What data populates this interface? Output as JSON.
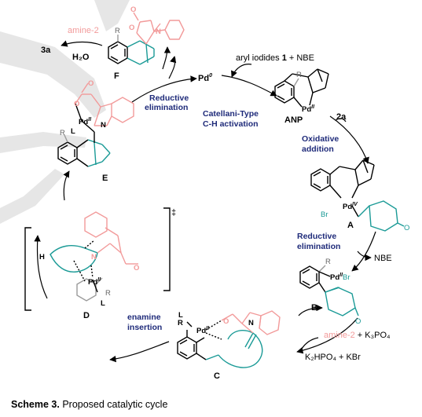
{
  "caption": {
    "bold": "Scheme 3.",
    "rest": " Proposed catalytic cycle"
  },
  "reagents": {
    "amine_out": "amine-2",
    "product": "3a",
    "water": "H₂O",
    "pd0": "Pd",
    "pd0_sup": "0",
    "aryl_iodides_a": "aryl iodides ",
    "aryl_iodides_b": "1",
    "aryl_iodides_c": " + NBE",
    "reagent_2a": "2a",
    "nbe_out": "NBE",
    "amine_in": "amine-2",
    "k3po4": " + K₃PO₄",
    "byproducts": "K₂HPO₄ + KBr"
  },
  "steps": {
    "reductive_elim_1a": "Reductive",
    "reductive_elim_1b": "elimination",
    "catellani_a": "Catellani-Type",
    "catellani_b": "C-H activation",
    "oxidative_a": "Oxidative",
    "oxidative_b": "addition",
    "reductive_elim_2a": "Reductive",
    "reductive_elim_2b": "elimination",
    "enamine_a": "enamine",
    "enamine_b": "insertion"
  },
  "compounds": {
    "F": "F",
    "E": "E",
    "ANP": "ANP",
    "A": "A",
    "B": "B",
    "C": "C",
    "D": "D",
    "dagger": "‡"
  },
  "atoms": {
    "R": "R",
    "O": "O",
    "N": "N",
    "L": "L",
    "Br": "Br",
    "H": "H",
    "pd": "Pd",
    "pd2": "II",
    "pd4": "IV"
  },
  "colors": {
    "pink": "#f29a9a",
    "teal": "#1a9a96",
    "navy": "#1f2b7a",
    "watermark": "#e6e6e6"
  }
}
